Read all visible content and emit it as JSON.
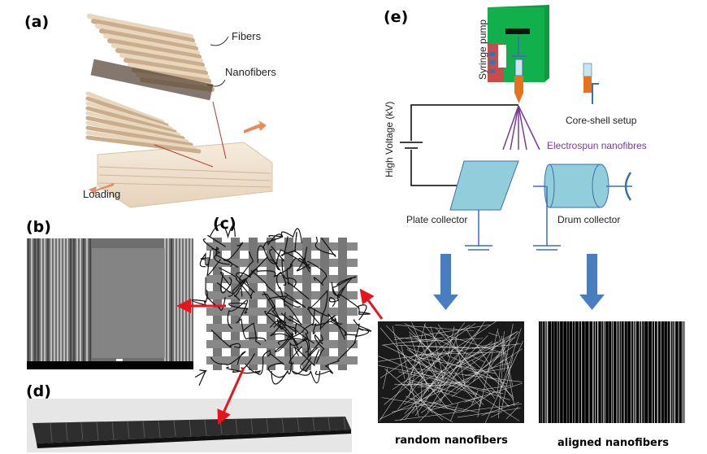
{
  "panels": {
    "a": {
      "label": "(a)",
      "fibers": "Fibers",
      "nanofibers": "Nanofibers",
      "loading": "Loading"
    },
    "b": {
      "label": "(b)"
    },
    "c": {
      "label": "(c)"
    },
    "d": {
      "label": "(d)"
    },
    "e": {
      "label": "(e)",
      "syringe_pump": "Syringe pump",
      "high_voltage": "High Voltage (kV)",
      "core_shell": "Core-shell setup",
      "electrospun": "Electrospun nanofibres",
      "plate_collector": "Plate collector",
      "drum_collector": "Drum collector"
    }
  },
  "captions": {
    "random": "random nanofibers",
    "aligned": "aligned nanofibers"
  },
  "colors": {
    "pump": "#12b04c",
    "pump_panel": "#c94c4c",
    "needle_fluid": "#e8721c",
    "collector": "#92cddc",
    "collector_stroke": "#3d6fa8",
    "fibre_jets": "#7a3a9a",
    "flow_arrow": "#4a7cc0",
    "pointer_arrow": "#e8141b"
  }
}
